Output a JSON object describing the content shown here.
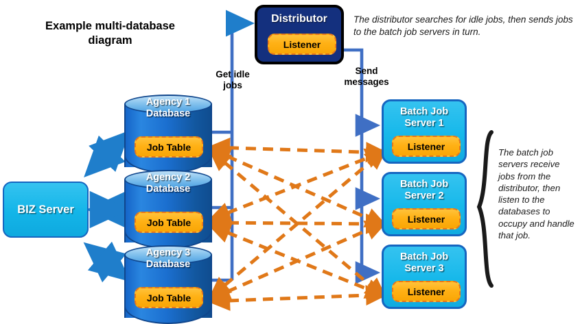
{
  "title": "Example multi-database\ndiagram",
  "colors": {
    "db_blue": "#1b6fd0",
    "db_border": "#10468c",
    "server_cyan": "#16b8ea",
    "server_border": "#1565c0",
    "distributor_navy": "#14307e",
    "chip_orange": "#ffb115",
    "chip_border_orange": "#e8761b",
    "arrow_blue": "#1f7ecb",
    "trunk_blue": "#3f6fc4",
    "dashed_orange": "#e07818",
    "text_black": "#000000",
    "text_white": "#ffffff"
  },
  "distributor": {
    "title": "Distributor",
    "chip_label": "Listener"
  },
  "notes": {
    "distributor": "The distributor searches for idle jobs, then sends jobs to the batch job servers in turn.",
    "batch_servers": "The batch job servers receive jobs from the distributor, then listen to the databases to occupy and handle that job."
  },
  "flow_labels": {
    "get_idle_jobs": "Get idle\njobs",
    "send_messages": "Send\nmessages"
  },
  "biz_server": {
    "label": "BIZ Server"
  },
  "databases": [
    {
      "title": "Agency 1\nDatabase",
      "chip_label": "Job Table"
    },
    {
      "title": "Agency 2\nDatabase",
      "chip_label": "Job Table"
    },
    {
      "title": "Agency 3\nDatabase",
      "chip_label": "Job Table"
    }
  ],
  "batch_servers": [
    {
      "title": "Batch Job\nServer 1",
      "chip_label": "Listener"
    },
    {
      "title": "Batch Job\nServer 2",
      "chip_label": "Listener"
    },
    {
      "title": "Batch Job\nServer 3",
      "chip_label": "Listener"
    }
  ]
}
